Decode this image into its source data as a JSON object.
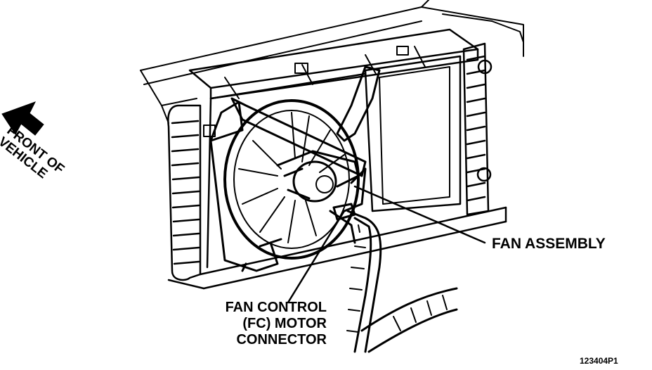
{
  "labels": {
    "front_of_vehicle_line1": "FRONT OF",
    "front_of_vehicle_line2": "VEHICLE",
    "fan_assembly": "FAN ASSEMBLY",
    "fan_control_line1": "FAN CONTROL",
    "fan_control_line2": "(FC) MOTOR",
    "fan_control_line3": "CONNECTOR",
    "figure_code": "123404P1"
  },
  "colors": {
    "ink": "#000000",
    "paper": "#ffffff"
  }
}
